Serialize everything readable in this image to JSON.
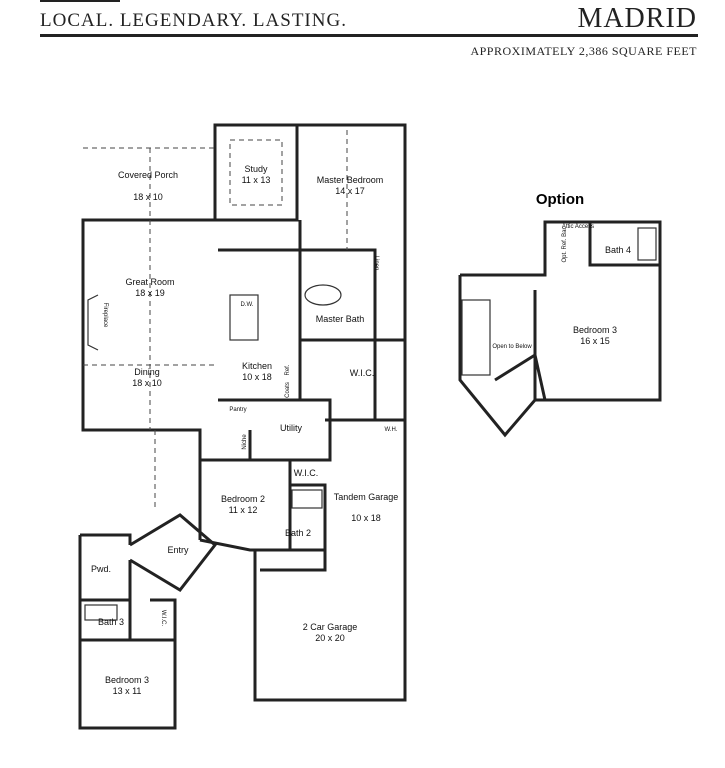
{
  "header": {
    "tagline": "LOCAL. LEGENDARY. LASTING.",
    "plan_name": "MADRID",
    "square_feet": "APPROXIMATELY 2,386 SQUARE FEET"
  },
  "option_label": "Option",
  "rooms": {
    "covered_porch": {
      "name": "Covered Porch",
      "size": "18 x 10"
    },
    "study": {
      "name": "Study",
      "size": "11 x 13"
    },
    "master_bedroom": {
      "name": "Master Bedroom",
      "size": "14 x 17"
    },
    "great_room": {
      "name": "Great Room",
      "size": "18 x 19"
    },
    "fireplace": {
      "name": "Fireplace"
    },
    "dining": {
      "name": "Dining",
      "size": "18 x 10"
    },
    "kitchen": {
      "name": "Kitchen",
      "size": "10 x 18"
    },
    "pantry": {
      "name": "Pantry"
    },
    "master_bath": {
      "name": "Master Bath"
    },
    "master_wic": {
      "name": "W.I.C."
    },
    "utility": {
      "name": "Utility"
    },
    "bedroom2": {
      "name": "Bedroom 2",
      "size": "11 x 12"
    },
    "bed2_wic": {
      "name": "W.I.C."
    },
    "bath2": {
      "name": "Bath 2"
    },
    "tandem_garage": {
      "name": "Tandem Garage",
      "size": "10 x 18"
    },
    "entry": {
      "name": "Entry"
    },
    "powder": {
      "name": "Pwd."
    },
    "bath3": {
      "name": "Bath 3"
    },
    "bed3_wic": {
      "name": "W.I.C."
    },
    "bedroom3": {
      "name": "Bedroom 3",
      "size": "13 x 11"
    },
    "two_car_garage": {
      "name": "2 Car Garage",
      "size": "20 x 20"
    },
    "opt_bath4": {
      "name": "Bath 4"
    },
    "opt_attic": {
      "name": "Attic Access"
    },
    "opt_bedroom3": {
      "name": "Bedroom 3",
      "size": "16 x 15"
    },
    "opt_open": {
      "name": "Open to Below"
    }
  },
  "fixtures": {
    "dw": "D.W.",
    "water_heater": "W.H.",
    "linen": "Linen",
    "refrigerator": "Ref.",
    "niche": "Niche",
    "coats": "Coats",
    "opt_ref_bar": "Opt. Ref. Bar"
  }
}
